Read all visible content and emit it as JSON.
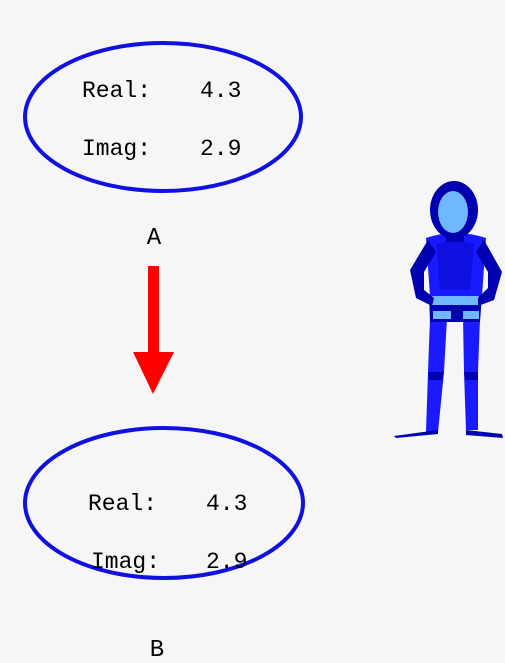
{
  "objects": [
    {
      "name": "A",
      "real_label": "Real:",
      "real_value": "4.3",
      "imag_label": "Imag:",
      "imag_value": "2.9"
    },
    {
      "name": "B",
      "real_label": "Real:",
      "real_value": "4.3",
      "imag_label": "Imag:",
      "imag_value": "2.9"
    }
  ],
  "colors": {
    "ellipse_stroke": "#1010e0",
    "arrow": "#ff0000",
    "figure_dark": "#0000b0",
    "figure_mid": "#1a1aff",
    "figure_light": "#6fb7ff"
  },
  "icons": {
    "arrow": "down-arrow-icon",
    "figure": "person-figure-icon"
  }
}
